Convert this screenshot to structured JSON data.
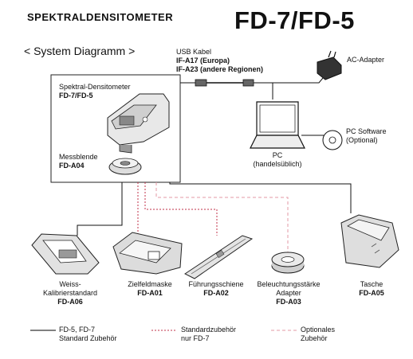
{
  "header": {
    "subtitle": "SPEKTRALDENSITOMETER",
    "model": "FD-7/FD-5"
  },
  "diagram_title": "< System Diagramm >",
  "nodes": {
    "densitometer": {
      "name": "Spektral-Densitometer",
      "code": "FD-7/FD-5"
    },
    "aperture": {
      "name": "Messblende",
      "code": "FD-A04"
    },
    "usb_cable": {
      "name": "USB Kabel",
      "code_eu": "IF-A17 (Europa)",
      "code_other": "IF-A23 (andere Regionen)"
    },
    "ac_adapter": {
      "name": "AC-Adapter"
    },
    "pc": {
      "name": "PC",
      "note": "(handelsüblich)"
    },
    "pc_software": {
      "name": "PC Software",
      "note": "(Optional)"
    },
    "white_cal": {
      "name_line1": "Weiss-",
      "name_line2": "Kalibrierstandard",
      "code": "FD-A06"
    },
    "target_mask": {
      "name": "Zielfeldmaske",
      "code": "FD-A01"
    },
    "guide_rail": {
      "name": "Führungsschiene",
      "code": "FD-A02"
    },
    "illum_adapter": {
      "name_line1": "Beleuchtungsstärke",
      "name_line2": "Adapter",
      "code": "FD-A03"
    },
    "case": {
      "name": "Tasche",
      "code": "FD-A05"
    }
  },
  "legend": {
    "standard": {
      "line1": "FD-5, FD-7",
      "line2": "Standard Zubehör",
      "color": "#000000",
      "style": "solid"
    },
    "fd7_standard": {
      "line1": "Standardzubehör",
      "line2": "nur FD-7",
      "color": "#c0304a",
      "style": "dotted"
    },
    "optional": {
      "line1": "Optionales",
      "line2": "Zubehör",
      "color": "#e39aa6",
      "style": "dashed"
    }
  }
}
